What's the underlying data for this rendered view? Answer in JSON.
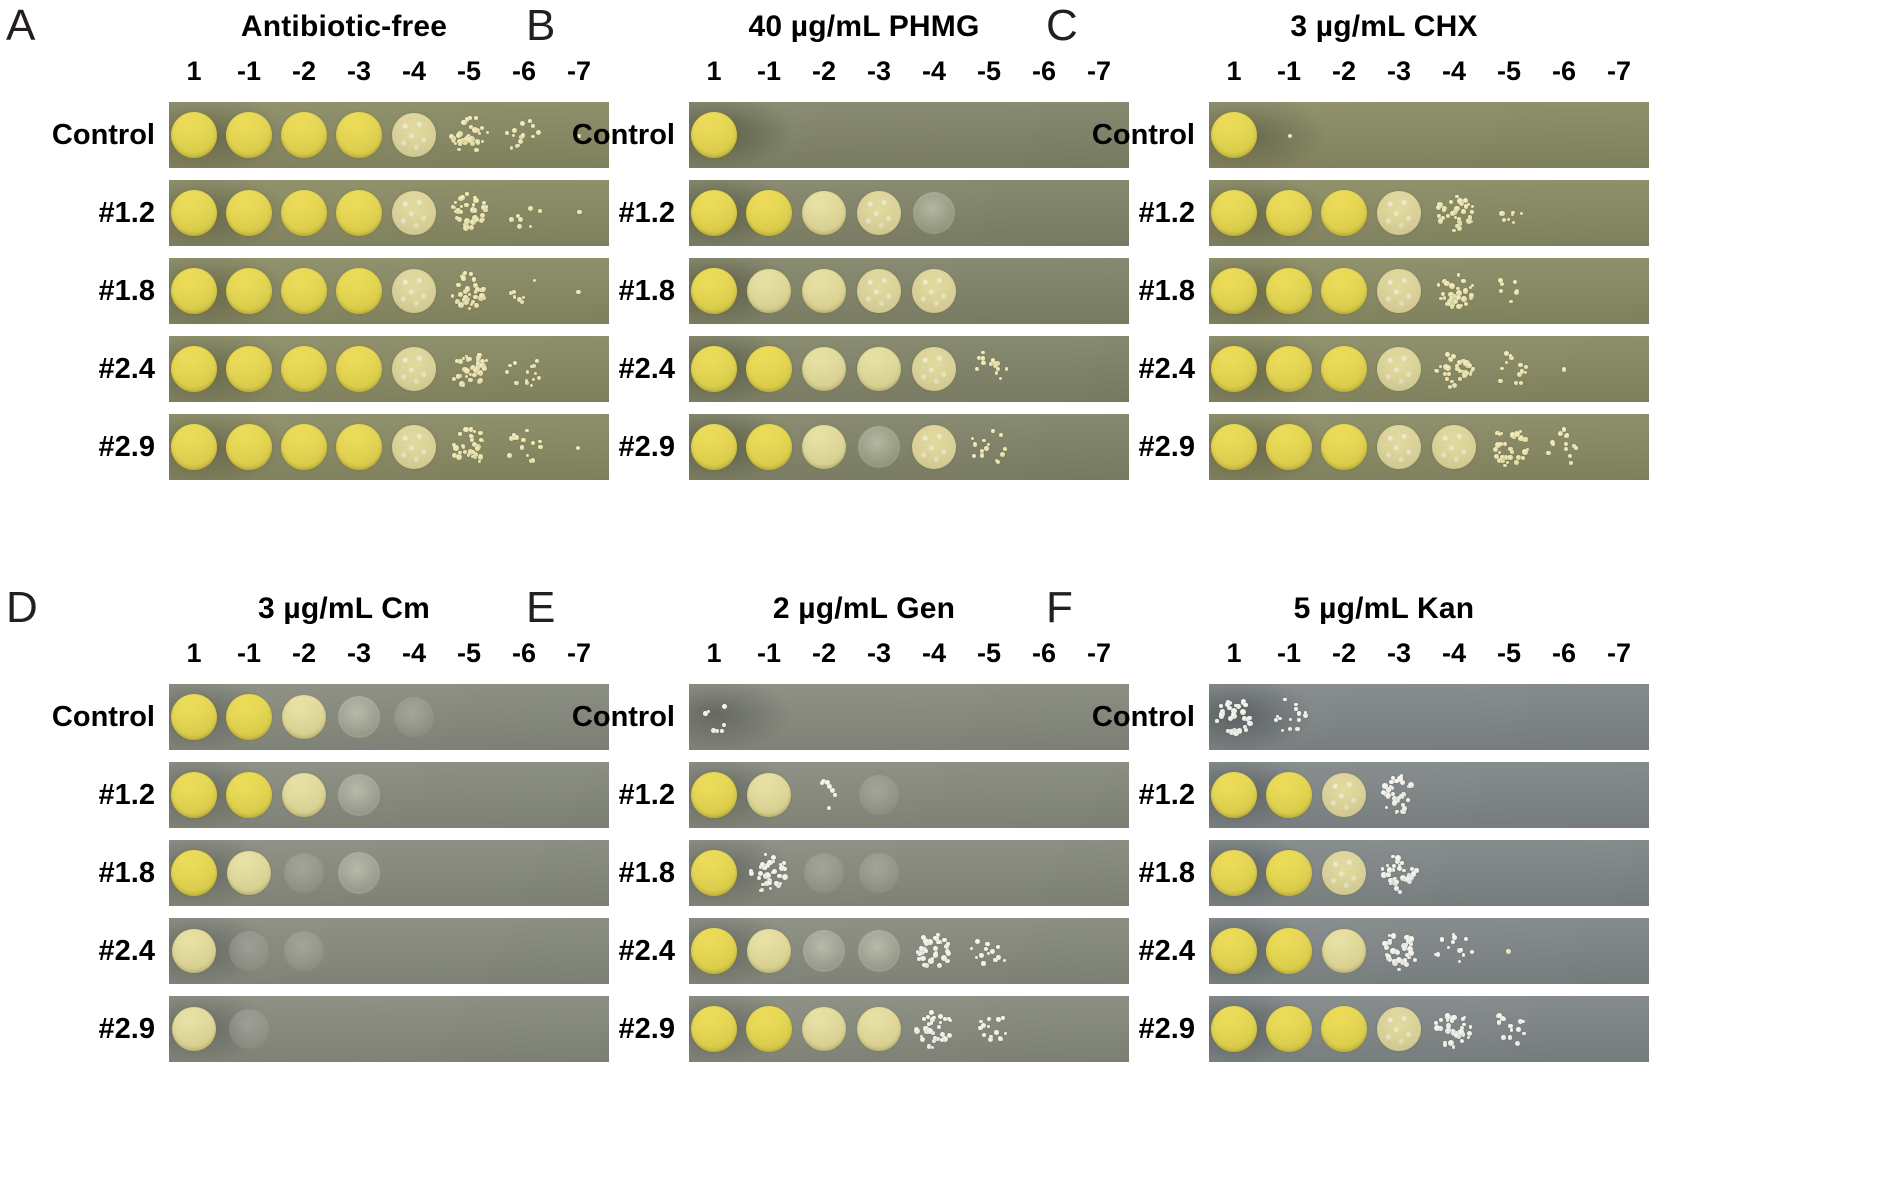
{
  "figure": {
    "dilution_labels": [
      "1",
      "-1",
      "-2",
      "-3",
      "-4",
      "-5",
      "-6",
      "-7"
    ],
    "row_labels": [
      "Control",
      "#1.2",
      "#1.8",
      "#2.4",
      "#2.9"
    ],
    "colors": {
      "colony_yellow": "#e8d94f",
      "colony_pale": "#e4dc99",
      "agar_olive": "#8a8b65",
      "agar_olive_dark": "#82856a",
      "agar_gray": "#888b7e",
      "agar_bluegray": "#818788",
      "label_black": "#000000",
      "panel_letter": "#231f20",
      "background": "#ffffff"
    }
  },
  "panels": [
    {
      "letter": "A",
      "title": "Antibiotic-free",
      "agar": "agar-olive",
      "rows": [
        {
          "label": "Control",
          "spots": [
            "full",
            "full",
            "full",
            "full",
            "gran",
            "cluster-dense",
            "cluster-sparse",
            "cluster-single"
          ]
        },
        {
          "label": "#1.2",
          "spots": [
            "full",
            "full",
            "full",
            "full",
            "gran",
            "cluster-dense",
            "cluster-few",
            "cluster-single"
          ]
        },
        {
          "label": "#1.8",
          "spots": [
            "full",
            "full",
            "full",
            "full",
            "gran",
            "cluster-dense",
            "cluster-few",
            "cluster-single"
          ]
        },
        {
          "label": "#2.4",
          "spots": [
            "full",
            "full",
            "full",
            "full",
            "gran",
            "cluster-dense",
            "cluster-sparse",
            "none"
          ]
        },
        {
          "label": "#2.9",
          "spots": [
            "full",
            "full",
            "full",
            "full",
            "gran",
            "cluster-dense",
            "cluster-sparse",
            "cluster-single"
          ]
        }
      ]
    },
    {
      "letter": "B",
      "title": "40 µg/mL PHMG",
      "agar": "agar-olive-dark",
      "rows": [
        {
          "label": "Control",
          "spots": [
            "full",
            "none",
            "none",
            "none",
            "none",
            "none",
            "none",
            "none"
          ]
        },
        {
          "label": "#1.2",
          "spots": [
            "full",
            "full",
            "full-pale",
            "gran",
            "faint",
            "none",
            "none",
            "none"
          ]
        },
        {
          "label": "#1.8",
          "spots": [
            "full",
            "full-pale",
            "full-pale",
            "gran",
            "gran",
            "none",
            "none",
            "none"
          ]
        },
        {
          "label": "#2.4",
          "spots": [
            "full",
            "full",
            "full-pale",
            "full-pale",
            "gran",
            "cluster-sparse",
            "none",
            "none"
          ]
        },
        {
          "label": "#2.9",
          "spots": [
            "full",
            "full",
            "full-pale",
            "faint",
            "gran",
            "cluster-sparse",
            "none",
            "none"
          ]
        }
      ]
    },
    {
      "letter": "C",
      "title": "3 µg/mL CHX",
      "agar": "agar-olive",
      "rows": [
        {
          "label": "Control",
          "spots": [
            "full",
            "cluster-single",
            "none",
            "none",
            "none",
            "none",
            "none",
            "none"
          ]
        },
        {
          "label": "#1.2",
          "spots": [
            "full",
            "full",
            "full",
            "gran",
            "cluster-dense",
            "cluster-few",
            "none",
            "none"
          ]
        },
        {
          "label": "#1.8",
          "spots": [
            "full",
            "full",
            "full",
            "gran",
            "cluster-dense",
            "cluster-few",
            "none",
            "none"
          ]
        },
        {
          "label": "#2.4",
          "spots": [
            "full",
            "full",
            "full",
            "gran",
            "cluster-dense",
            "cluster-sparse",
            "cluster-single",
            "none"
          ]
        },
        {
          "label": "#2.9",
          "spots": [
            "full",
            "full",
            "full",
            "gran",
            "gran",
            "cluster-dense",
            "cluster-sparse",
            "none"
          ]
        }
      ]
    },
    {
      "letter": "D",
      "title": "3 µg/mL Cm",
      "agar": "agar-gray",
      "rows": [
        {
          "label": "Control",
          "spots": [
            "full",
            "full",
            "full-pale",
            "faint",
            "film",
            "none",
            "none",
            "none"
          ]
        },
        {
          "label": "#1.2",
          "spots": [
            "full",
            "full",
            "full-pale",
            "faint",
            "none",
            "none",
            "none",
            "none"
          ]
        },
        {
          "label": "#1.8",
          "spots": [
            "full",
            "full-pale",
            "film",
            "faint",
            "none",
            "none",
            "none",
            "none"
          ]
        },
        {
          "label": "#2.4",
          "spots": [
            "full-pale",
            "film",
            "film",
            "none",
            "none",
            "none",
            "none",
            "none"
          ]
        },
        {
          "label": "#2.9",
          "spots": [
            "full-pale",
            "film",
            "none",
            "none",
            "none",
            "none",
            "none",
            "none"
          ]
        }
      ]
    },
    {
      "letter": "E",
      "title": "2 µg/mL Gen",
      "agar": "agar-gray",
      "rows": [
        {
          "label": "Control",
          "spots": [
            "cluster-white-few",
            "none",
            "none",
            "none",
            "none",
            "none",
            "none",
            "none"
          ]
        },
        {
          "label": "#1.2",
          "spots": [
            "full",
            "full-pale",
            "cluster-white-few",
            "film",
            "none",
            "none",
            "none",
            "none"
          ]
        },
        {
          "label": "#1.8",
          "spots": [
            "full",
            "cluster-white-dense",
            "film",
            "film",
            "none",
            "none",
            "none",
            "none"
          ]
        },
        {
          "label": "#2.4",
          "spots": [
            "full",
            "full-pale",
            "faint",
            "faint",
            "cluster-white-dense",
            "cluster-white-sparse",
            "none",
            "none"
          ]
        },
        {
          "label": "#2.9",
          "spots": [
            "full",
            "full",
            "full-pale",
            "full-pale",
            "cluster-white-dense",
            "cluster-white-sparse",
            "none",
            "none"
          ]
        }
      ]
    },
    {
      "letter": "F",
      "title": "5 µg/mL Kan",
      "agar": "agar-bluegray",
      "rows": [
        {
          "label": "Control",
          "spots": [
            "cluster-white-dense",
            "cluster-white-sparse",
            "none",
            "none",
            "none",
            "none",
            "none",
            "none"
          ]
        },
        {
          "label": "#1.2",
          "spots": [
            "full",
            "full",
            "gran",
            "cluster-white-dense",
            "none",
            "none",
            "none",
            "none"
          ]
        },
        {
          "label": "#1.8",
          "spots": [
            "full",
            "full",
            "gran",
            "cluster-white-dense",
            "none",
            "none",
            "none",
            "none"
          ]
        },
        {
          "label": "#2.4",
          "spots": [
            "full",
            "full",
            "full-pale",
            "cluster-white-dense",
            "cluster-white-sparse",
            "cluster-single",
            "none",
            "none"
          ]
        },
        {
          "label": "#2.9",
          "spots": [
            "full",
            "full",
            "full",
            "gran",
            "cluster-white-dense",
            "cluster-white-sparse",
            "none",
            "none"
          ]
        }
      ]
    }
  ]
}
